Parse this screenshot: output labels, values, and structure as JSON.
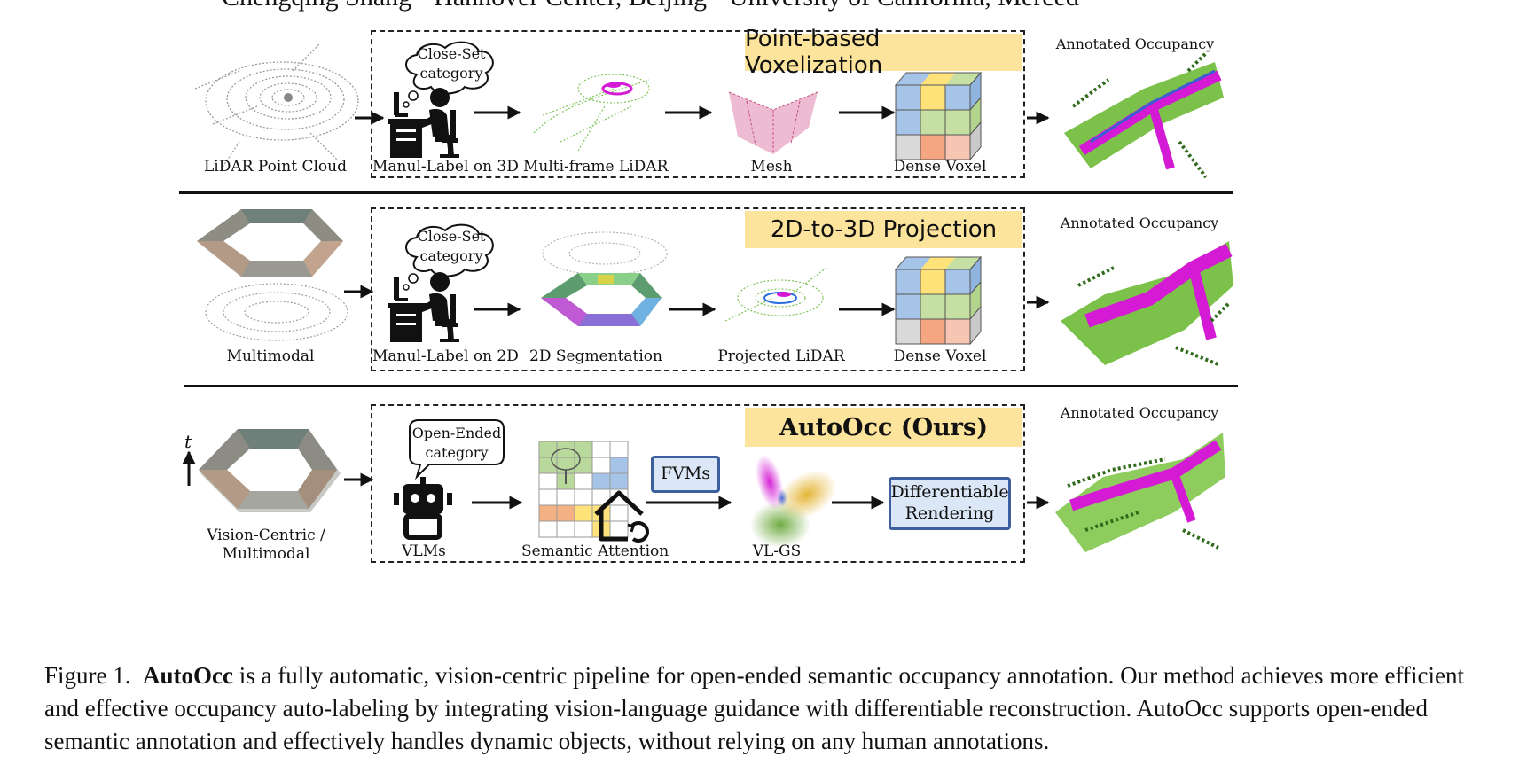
{
  "header": {
    "truncated_text": "Chengqing Shang · Hannover Center, Beijing · University of California, Merced"
  },
  "rows": [
    {
      "banner": "Point-based Voxelization",
      "input_label": "LiDAR Point Cloud",
      "thought": [
        "Close-Set",
        "category"
      ],
      "steps": [
        "Manul-Label on 3D",
        "Multi-frame LiDAR",
        "Mesh",
        "Dense Voxel"
      ],
      "output_label": "Annotated Occupancy"
    },
    {
      "banner": "2D-to-3D Projection",
      "input_label": "Multimodal",
      "thought": [
        "Close-Set",
        "category"
      ],
      "steps": [
        "Manul-Label on 2D",
        "2D Segmentation",
        "Projected LiDAR",
        "Dense Voxel"
      ],
      "output_label": "Annotated Occupancy"
    },
    {
      "banner": "AutoOcc (Ours)",
      "input_label_lines": [
        "Vision-Centric /",
        "Multimodal"
      ],
      "time_axis": "t",
      "thought": [
        "Open-Ended",
        "category"
      ],
      "steps": [
        "VLMs",
        "Semantic Attention",
        "VL-GS"
      ],
      "fvms": "FVMs",
      "render_lines": [
        "Differentiable",
        "Rendering"
      ],
      "output_label": "Annotated Occupancy"
    }
  ],
  "caption": {
    "prefix": "Figure 1.",
    "bold": "AutoOcc",
    "text": " is a fully automatic, vision-centric pipeline for open-ended semantic occupancy annotation. Our method achieves more efficient and effective occupancy auto-labeling by integrating vision-language guidance with differentiable reconstruction. AutoOcc supports open-ended semantic annotation and effectively handles dynamic objects, without relying on any human annotations."
  },
  "colors": {
    "banner": "#fde49c",
    "blue_box_fill": "#dbe6f6",
    "blue_box_border": "#3d5f9e",
    "magenta": "#d41ad4",
    "green": "#6cc43a"
  },
  "icons": [
    "lidar-scan-icon",
    "annotator-at-desk-icon",
    "thought-cloud-icon",
    "voxel-cube-icon",
    "robot-icon",
    "house-refresh-icon",
    "gaussian-blobs-icon",
    "camera-ring-icon"
  ]
}
